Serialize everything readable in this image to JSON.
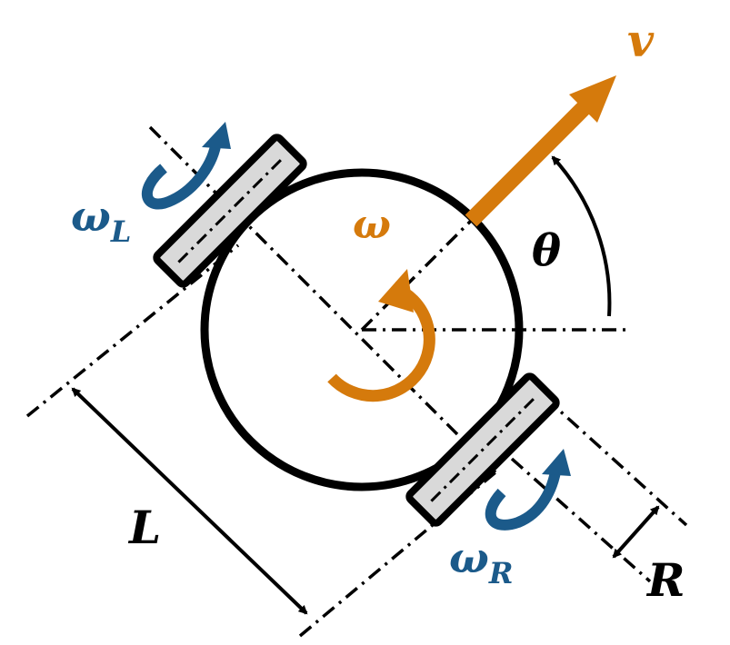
{
  "labels": {
    "v": "v",
    "omega": "ω",
    "omega_L": "ω",
    "omega_L_sub": "L",
    "omega_R": "ω",
    "omega_R_sub": "R",
    "theta": "θ",
    "L": "L",
    "R": "R"
  },
  "colors": {
    "orange": "#D57A0C",
    "blue": "#1B5A8A",
    "black": "#000000",
    "wheel_fill": "#D9D9D9"
  }
}
